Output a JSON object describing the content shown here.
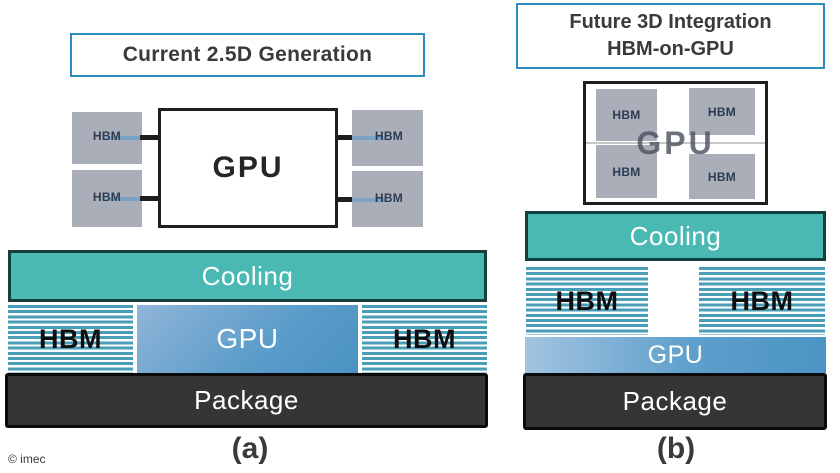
{
  "copyright": "© imec",
  "colors": {
    "title_border": "#2e8bc0",
    "cooling_fill": "#4ab9b3",
    "cooling_border": "#16403e",
    "hbm_stripe": "#4a9db6",
    "hbm_die_gray": "#a9aeb8",
    "gpu_gradient_light": "#a2c4e1",
    "gpu_gradient_dark": "#4a92c2",
    "package_fill": "#353535",
    "text_dark": "#3a3a3a"
  },
  "panel_a": {
    "title": "Current 2.5D Generation",
    "figure_label": "(a)",
    "top_view": {
      "gpu_label": "GPU",
      "hbm_labels": [
        "HBM",
        "HBM",
        "HBM",
        "HBM"
      ]
    },
    "cross_section": {
      "cooling_label": "Cooling",
      "hbm_left_label": "HBM",
      "gpu_label": "GPU",
      "hbm_right_label": "HBM",
      "package_label": "Package"
    }
  },
  "panel_b": {
    "title_line1": "Future 3D Integration",
    "title_line2": "HBM-on-GPU",
    "figure_label": "(b)",
    "top_view": {
      "gpu_label": "GPU",
      "hbm_labels": [
        "HBM",
        "HBM",
        "HBM",
        "HBM"
      ]
    },
    "cross_section": {
      "cooling_label": "Cooling",
      "hbm_left_label": "HBM",
      "gpu_label": "GPU",
      "hbm_right_label": "HBM",
      "package_label": "Package"
    }
  }
}
